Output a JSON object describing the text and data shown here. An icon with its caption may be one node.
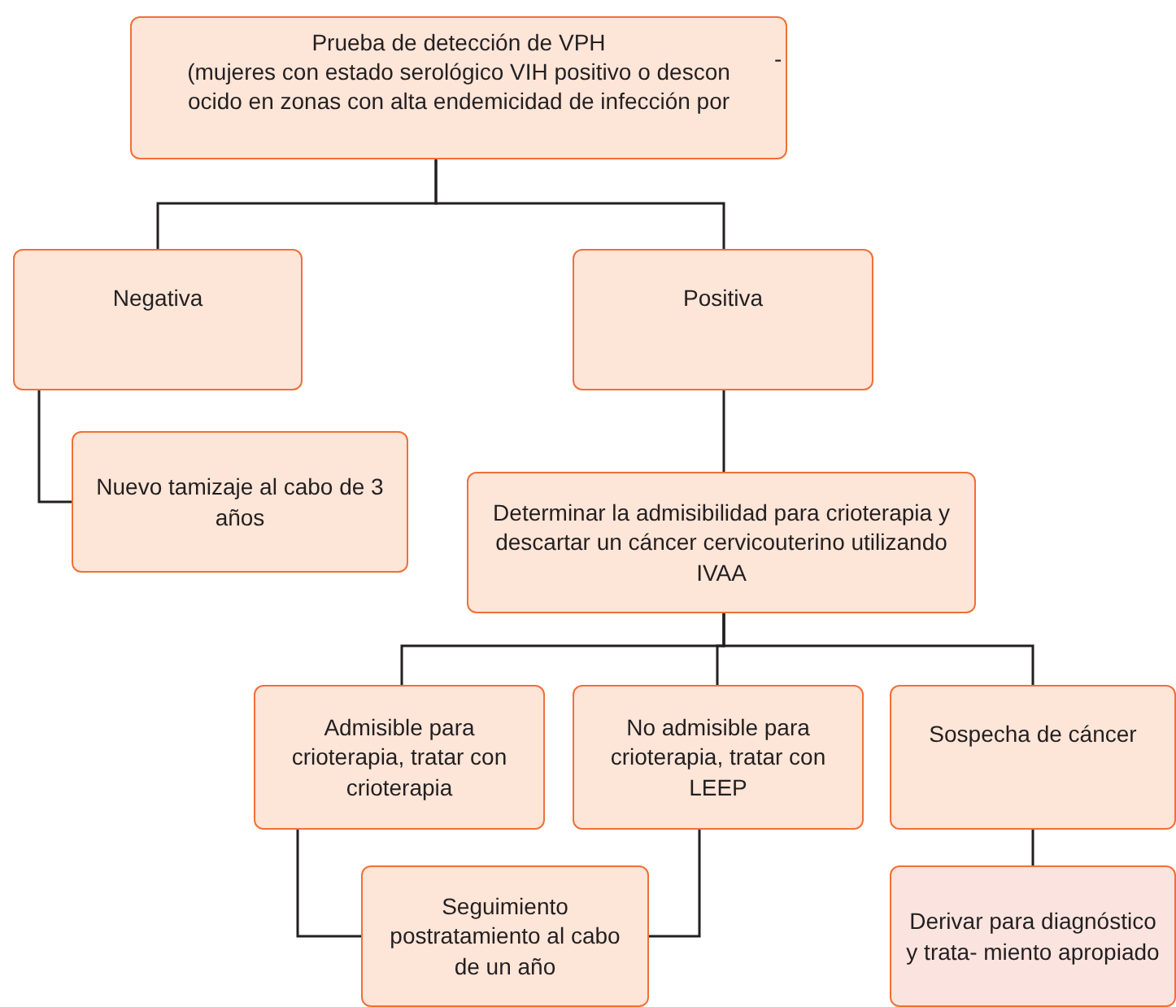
{
  "diagram": {
    "nodes": [
      {
        "text": [
          "Prueba de detección de VPH",
          "(mujeres con estado serológico VIH positivo o descon ocido en zonas con alta endemicidad de infección por"
        ]
      },
      {
        "text": [
          "Negativa"
        ]
      },
      {
        "text": [
          "Positiva"
        ]
      },
      {
        "text": [
          "Nuevo tamizaje al cabo de 3 años"
        ]
      },
      {
        "text": [
          "Determinar la admisibilidad para crioterapia y descartar un cáncer cervicouterino utilizando IVAA"
        ]
      },
      {
        "text": [
          "Admisible para crioterapia, tratar con crioterapia"
        ]
      },
      {
        "text": [
          "No admisible para crioterapia, tratar con LEEP"
        ]
      },
      {
        "text": [
          "Sospecha de cáncer"
        ]
      },
      {
        "text": [
          "Seguimiento postratamiento al cabo de un año"
        ]
      },
      {
        "text": [
          "Derivar para diagnóstico y trata- miento apropiado"
        ]
      }
    ],
    "edges": [
      {
        "from": 0,
        "to": 1,
        "arrow": "none"
      },
      {
        "from": 0,
        "to": 2,
        "arrow": "none"
      },
      {
        "from": 1,
        "to": 3,
        "arrow": "none"
      },
      {
        "from": 2,
        "to": 4,
        "arrow": "none"
      },
      {
        "from": 4,
        "to": 5,
        "arrow": "none"
      },
      {
        "from": 4,
        "to": 6,
        "arrow": "none"
      },
      {
        "from": 4,
        "to": 7,
        "arrow": "none"
      },
      {
        "from": 5,
        "to": 8,
        "arrow": "none"
      },
      {
        "from": 6,
        "to": 8,
        "arrow": "none"
      },
      {
        "from": 7,
        "to": 9,
        "arrow": "none"
      }
    ],
    "labels": [
      "-"
    ]
  }
}
